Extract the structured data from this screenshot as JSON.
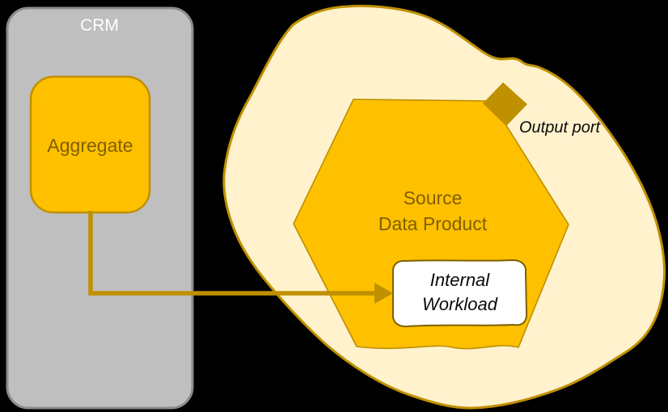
{
  "diagram": {
    "crm": {
      "label": "CRM"
    },
    "aggregate": {
      "label": "Aggregate"
    },
    "source_data_product": {
      "label": "Source\nData Product"
    },
    "internal_workload": {
      "label": "Internal\nWorkload"
    },
    "output_port": {
      "label": "Output port"
    }
  },
  "colors": {
    "canvas_bg": "#000000",
    "gray_fill": "#BFBFBF",
    "gray_border": "#8C8C8C",
    "gold_fill": "#FFC000",
    "gold_border": "#BF9000",
    "cream_fill": "#FFF2CC",
    "hex_border": "#BC8F00",
    "dark_gold_text": "#7F6000",
    "workload_box_fill": "#FFFFFF",
    "workload_box_border": "#7F6000",
    "label_white": "#FFFFFF",
    "label_black": "#0A0A0A"
  }
}
